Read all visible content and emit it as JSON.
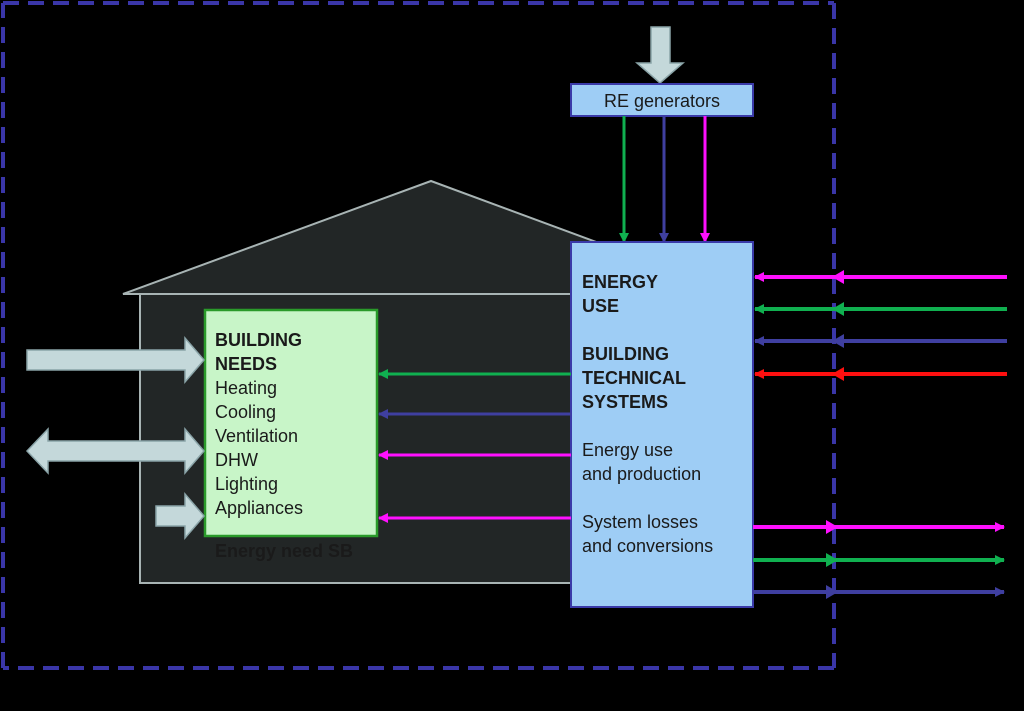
{
  "re_generators": {
    "label": "RE generators"
  },
  "building_needs": {
    "title_lines": [
      "BUILDING",
      "NEEDS"
    ],
    "items": [
      "Heating",
      "Cooling",
      "Ventilation",
      "DHW",
      "Lighting",
      "Appliances"
    ],
    "caption": "Energy need SB"
  },
  "energy_use": {
    "title_lines": [
      "ENERGY",
      "USE"
    ],
    "subtitle_lines": [
      "BUILDING",
      "TECHNICAL",
      "SYSTEMS"
    ],
    "line1": [
      "Energy use",
      "and production"
    ],
    "line2": [
      "System losses",
      "and conversions"
    ]
  },
  "colors": {
    "green": "#10b050",
    "blue": "#3f3fa0",
    "magenta": "#ff10ff",
    "red": "#ff1010",
    "boundary": "#3a36a8",
    "needs_fill": "#c8f5c8",
    "needs_border": "#2a9a2a",
    "use_fill": "#9ecdf5",
    "use_border": "#3a3aa8",
    "house_line": "#a8b4b4",
    "house_fill": "#222626",
    "block_arrow": "#c4d8da"
  }
}
